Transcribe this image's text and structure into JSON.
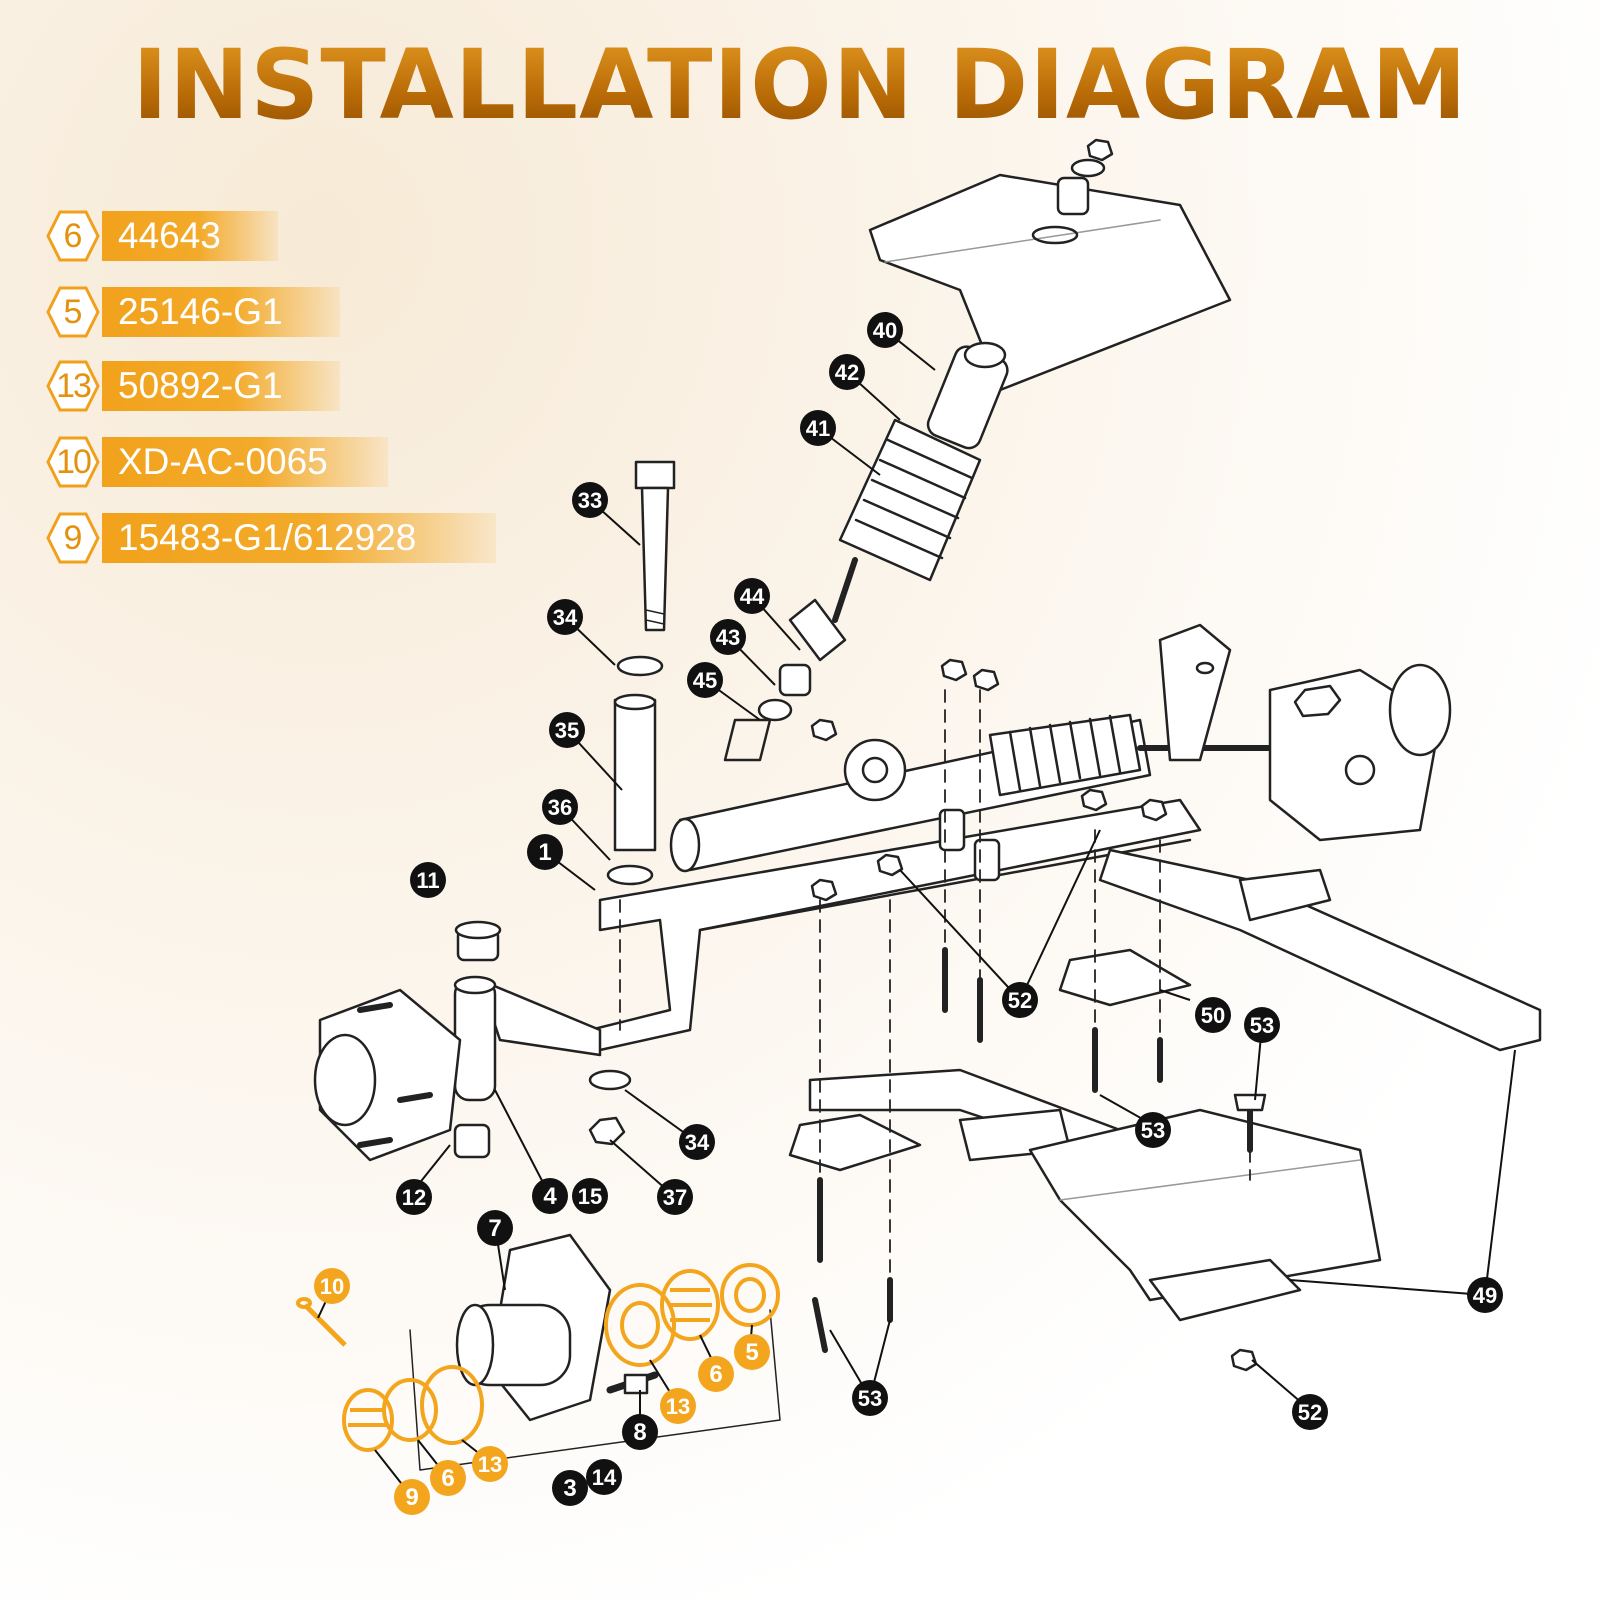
{
  "title": "INSTALLATION DIAGRAM",
  "legend": [
    {
      "num": "6",
      "part": "44643"
    },
    {
      "num": "5",
      "part": "25146-G1"
    },
    {
      "num": "13",
      "part": "50892-G1"
    },
    {
      "num": "10",
      "part": "XD-AC-0065"
    },
    {
      "num": "9",
      "part": "15483-G1/612928"
    }
  ],
  "callouts": [
    {
      "label": "40",
      "style": "black"
    },
    {
      "label": "42",
      "style": "black"
    },
    {
      "label": "41",
      "style": "black"
    },
    {
      "label": "33",
      "style": "black"
    },
    {
      "label": "44",
      "style": "black"
    },
    {
      "label": "43",
      "style": "black"
    },
    {
      "label": "34",
      "style": "black"
    },
    {
      "label": "45",
      "style": "black"
    },
    {
      "label": "35",
      "style": "black"
    },
    {
      "label": "36",
      "style": "black"
    },
    {
      "label": "1",
      "style": "black"
    },
    {
      "label": "11",
      "style": "black"
    },
    {
      "label": "52",
      "style": "black"
    },
    {
      "label": "50",
      "style": "black"
    },
    {
      "label": "53",
      "style": "black"
    },
    {
      "label": "53",
      "style": "black"
    },
    {
      "label": "34",
      "style": "black"
    },
    {
      "label": "12",
      "style": "black"
    },
    {
      "label": "4",
      "style": "black"
    },
    {
      "label": "15",
      "style": "black"
    },
    {
      "label": "37",
      "style": "black"
    },
    {
      "label": "7",
      "style": "black"
    },
    {
      "label": "49",
      "style": "black"
    },
    {
      "label": "8",
      "style": "black"
    },
    {
      "label": "53",
      "style": "black"
    },
    {
      "label": "52",
      "style": "black"
    },
    {
      "label": "3",
      "style": "black"
    },
    {
      "label": "14",
      "style": "black"
    },
    {
      "label": "10",
      "style": "orange"
    },
    {
      "label": "5",
      "style": "orange"
    },
    {
      "label": "6",
      "style": "orange"
    },
    {
      "label": "13",
      "style": "orange"
    },
    {
      "label": "13",
      "style": "orange"
    },
    {
      "label": "6",
      "style": "orange"
    },
    {
      "label": "9",
      "style": "orange"
    }
  ],
  "colors": {
    "accent": "#f0a01c",
    "title_dark": "#b86a06",
    "callout_black": "#111111",
    "callout_orange": "#f2a51d"
  }
}
